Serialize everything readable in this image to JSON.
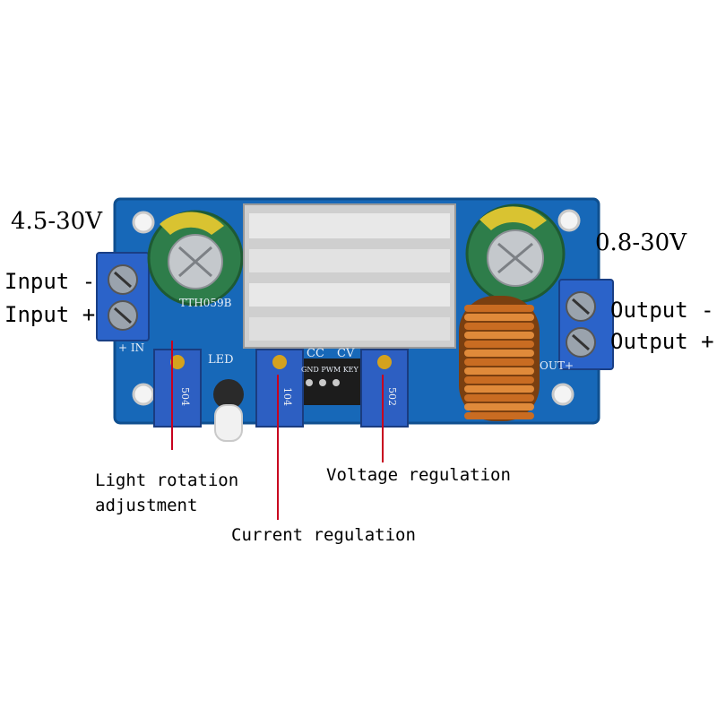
{
  "photo": {
    "board_color": "#1768b8",
    "terminal_color": "#2b63c9",
    "heatsink_color": "#d8d8d8",
    "capacitor_color": "#2e7d4a",
    "inductor_color": "#d9782b",
    "pointer_color": "#c8001e",
    "board_text": {
      "chip": "TTH059B",
      "led": "LED",
      "cc": "CC",
      "cv": "CV",
      "header": "GND PWM KEY",
      "in_mark": "+ IN",
      "out_mark": "OUT+",
      "pot1_code": "504",
      "pot2_code": "104",
      "pot3_code": "502"
    }
  },
  "labels": {
    "input_voltage": "4.5-30V",
    "output_voltage": "0.8-30V",
    "input_minus": "Input -",
    "input_plus": "Input +",
    "output_minus": "Output -",
    "output_plus": "Output +",
    "light_rotation_line1": "Light rotation",
    "light_rotation_line2": "adjustment",
    "current_regulation": "Current regulation",
    "voltage_regulation": "Voltage regulation"
  }
}
